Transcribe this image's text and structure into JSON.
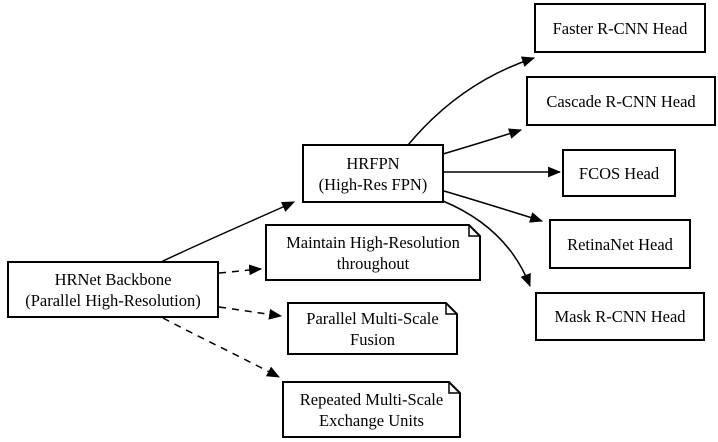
{
  "diagram": {
    "title": "HRNet object detection architecture diagram",
    "background_color": "#ffffff",
    "stroke_color": "#000000",
    "text_color": "#000000",
    "nodes": [
      {
        "id": "hrnet",
        "shape": "box",
        "label": "HRNet Backbone\n(Parallel High-Resolution)"
      },
      {
        "id": "hrfpn",
        "shape": "box",
        "label": "HRFPN\n(High-Res FPN)"
      },
      {
        "id": "faster",
        "shape": "box",
        "label": "Faster R-CNN Head"
      },
      {
        "id": "cascade",
        "shape": "box",
        "label": "Cascade R-CNN Head"
      },
      {
        "id": "fcos",
        "shape": "box",
        "label": "FCOS Head"
      },
      {
        "id": "retinanet",
        "shape": "box",
        "label": "RetinaNet Head"
      },
      {
        "id": "mask",
        "shape": "box",
        "label": "Mask R-CNN Head"
      },
      {
        "id": "note-maintain",
        "shape": "note",
        "label": "Maintain High-Resolution\nthroughout"
      },
      {
        "id": "note-parallel",
        "shape": "note",
        "label": "Parallel Multi-Scale\nFusion"
      },
      {
        "id": "note-repeated",
        "shape": "note",
        "label": "Repeated Multi-Scale\nExchange Units"
      }
    ],
    "edges": [
      {
        "from": "hrnet",
        "to": "hrfpn",
        "style": "solid"
      },
      {
        "from": "hrfpn",
        "to": "faster",
        "style": "solid"
      },
      {
        "from": "hrfpn",
        "to": "cascade",
        "style": "solid"
      },
      {
        "from": "hrfpn",
        "to": "fcos",
        "style": "solid"
      },
      {
        "from": "hrfpn",
        "to": "retinanet",
        "style": "solid"
      },
      {
        "from": "hrfpn",
        "to": "mask",
        "style": "solid"
      },
      {
        "from": "hrnet",
        "to": "note-maintain",
        "style": "dashed"
      },
      {
        "from": "hrnet",
        "to": "note-parallel",
        "style": "dashed"
      },
      {
        "from": "hrnet",
        "to": "note-repeated",
        "style": "dashed"
      }
    ]
  }
}
